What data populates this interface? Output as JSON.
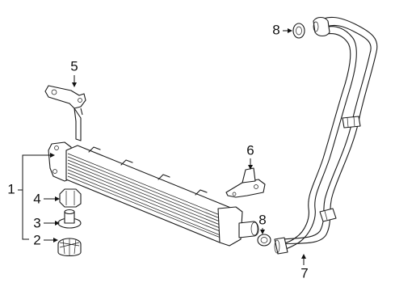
{
  "diagram": {
    "callouts": [
      {
        "id": "c1",
        "label": "1"
      },
      {
        "id": "c2",
        "label": "2"
      },
      {
        "id": "c3",
        "label": "3"
      },
      {
        "id": "c4",
        "label": "4"
      },
      {
        "id": "c5",
        "label": "5"
      },
      {
        "id": "c6",
        "label": "6"
      },
      {
        "id": "c7",
        "label": "7"
      },
      {
        "id": "c8a",
        "label": "8"
      },
      {
        "id": "c8b",
        "label": "8"
      }
    ],
    "parts": [
      {
        "callout": "1",
        "part": "oil-cooler-assembly"
      },
      {
        "callout": "2",
        "part": "lower-mount-insulator"
      },
      {
        "callout": "3",
        "part": "mount-bushing"
      },
      {
        "callout": "4",
        "part": "upper-insulator"
      },
      {
        "callout": "5",
        "part": "cooler-bracket"
      },
      {
        "callout": "6",
        "part": "side-bracket"
      },
      {
        "callout": "7",
        "part": "cooler-lines"
      },
      {
        "callout": "8",
        "part": "seal-ring"
      }
    ],
    "colors": {
      "line": "#1a1a1a",
      "background": "#ffffff"
    }
  }
}
